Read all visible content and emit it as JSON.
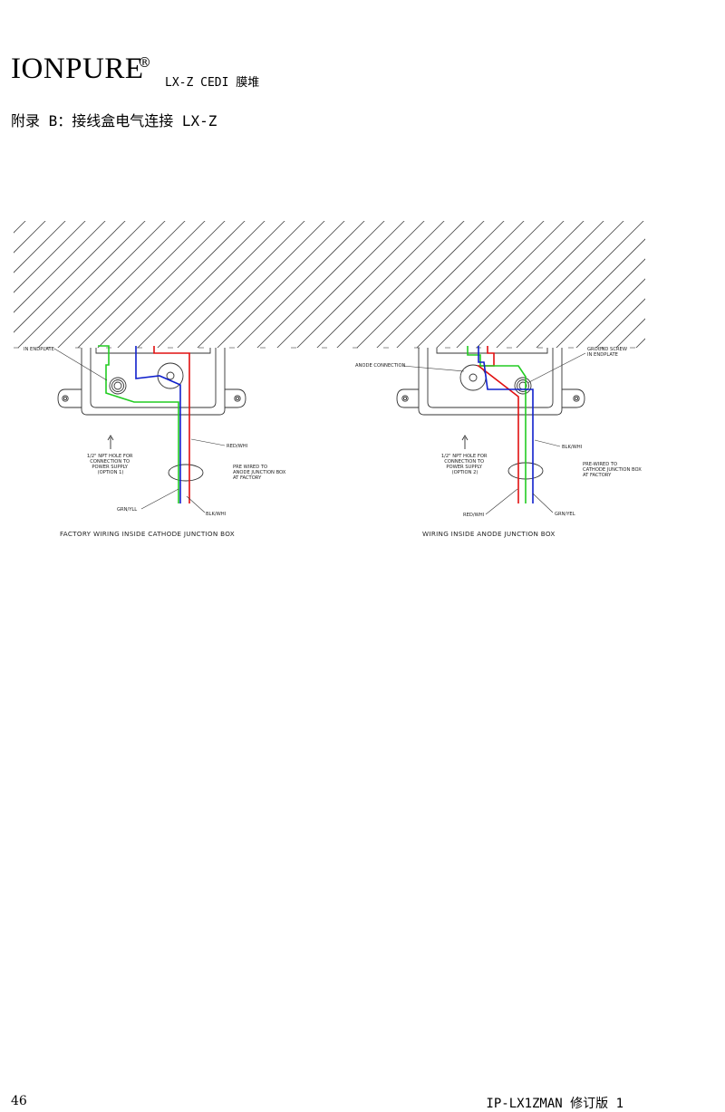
{
  "header": {
    "brand": "IONPURE",
    "registered": "®",
    "product": "LX-Z CEDI 膜堆",
    "subtitle": "附录 B：接线盒电气连接 LX-Z"
  },
  "diagram": {
    "left": {
      "endplate_label": "IN ENDPLATE",
      "npt_hole_label": [
        "1/2\" NPT HOLE FOR",
        "CONNECTION TO",
        "POWER SUPPLY",
        "(OPTION 1)"
      ],
      "red_label": "RED/WHI",
      "prewired_label": [
        "PRE WIRED TO",
        "ANODE JUNCTION BOX",
        "AT FACTORY"
      ],
      "grn_label": "GRN/YLL",
      "blk_label": "BLK/WHI",
      "caption": "FACTORY WIRING INSIDE CATHODE JUNCTION BOX"
    },
    "right": {
      "anode_label": "ANODE CONNECTION",
      "ground_label": [
        "GROUND SCREW",
        "IN ENDPLATE"
      ],
      "npt_hole_label": [
        "1/2\" NPT HOLE FOR",
        "CONNECTION TO",
        "POWER SUPPLY",
        "(OPTION 2)"
      ],
      "blk_label": "BLK/WHI",
      "prewired_label": [
        "PRE-WIRED TO",
        "CATHODE JUNCTION BOX",
        "AT FACTORY"
      ],
      "red_label": "RED/WHI",
      "grn_label": "GRN/YEL",
      "caption": "WIRING INSIDE ANODE JUNCTION BOX"
    },
    "colors": {
      "red": "#e11010",
      "green": "#22cc22",
      "blue": "#1020cc",
      "line": "#333333"
    }
  },
  "footer": {
    "page_number": "46",
    "doc_id": "IP-LX1ZMAN 修订版 1"
  }
}
